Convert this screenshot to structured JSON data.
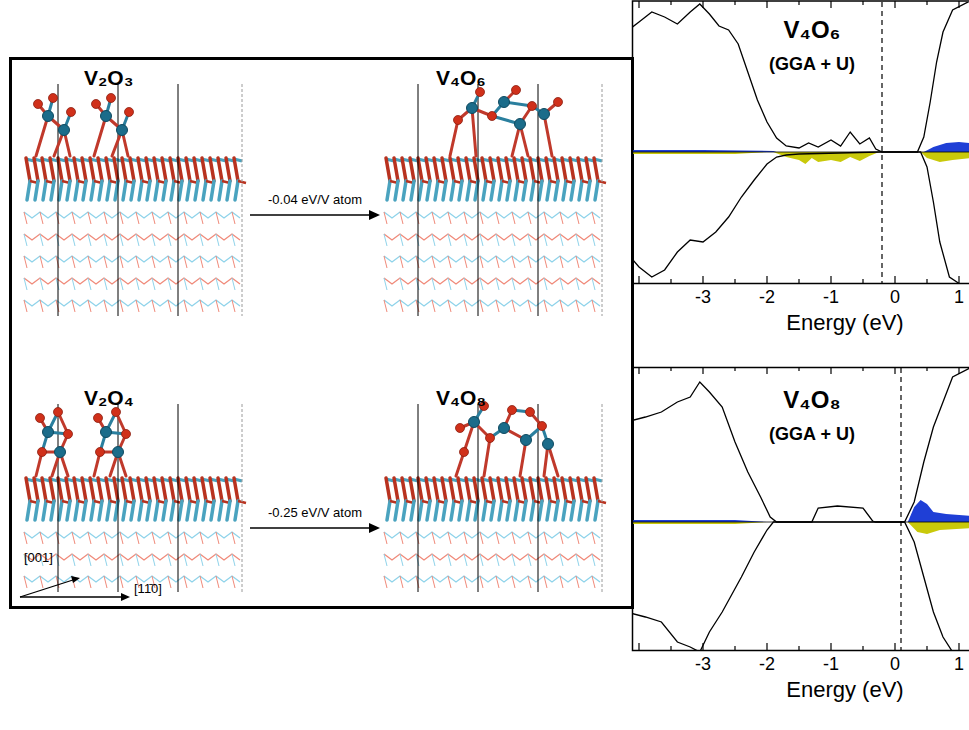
{
  "diagram": {
    "nodes": [
      {
        "text": [
          "V₂O₃"
        ]
      },
      {
        "text": [
          "V₄O₆"
        ]
      },
      {
        "text": [
          "V₂O₄"
        ]
      },
      {
        "text": [
          "V₄O₈"
        ]
      }
    ],
    "edges": [
      {
        "from": 0,
        "to": 1,
        "arrow": "to",
        "label": "-0.04 eV/V atom"
      },
      {
        "from": 2,
        "to": 3,
        "arrow": "to",
        "label": "-0.25 eV/V atom"
      }
    ],
    "labels": [
      "[001]",
      "[11̄0]",
      "V₄O₆",
      "(GGA + U)",
      "-3",
      "-2",
      "-1",
      "0",
      "1",
      "Energy (eV)",
      "V₄O₈",
      "(GGA + U)",
      "-3",
      "-2",
      "-1",
      "0",
      "1",
      "Energy (eV)"
    ]
  }
}
